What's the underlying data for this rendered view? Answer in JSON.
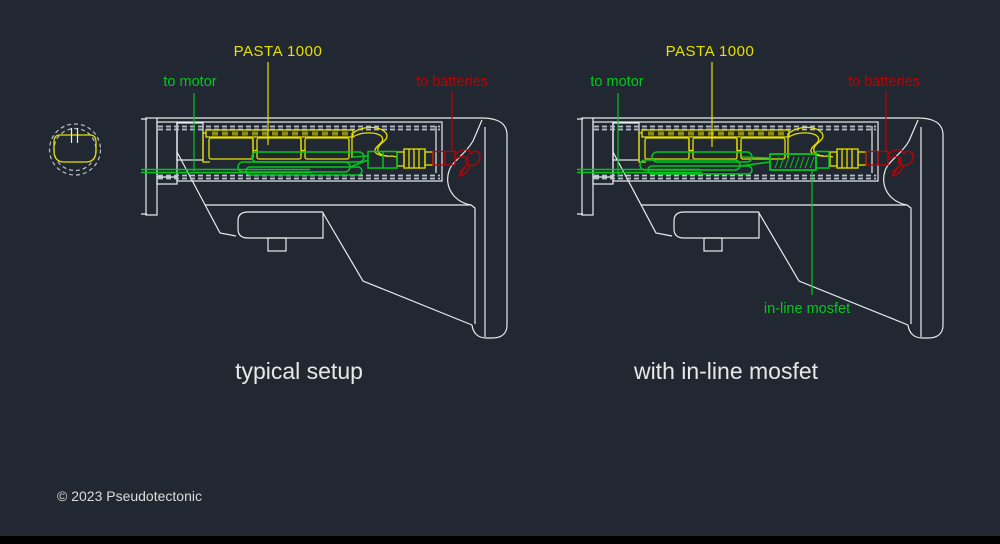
{
  "colors": {
    "background": "#222831",
    "bottom_bar": "#000000",
    "outline_white": "#E9EDF0",
    "dash_gray": "#B9C0C8",
    "yellow": "#E5E000",
    "green": "#00C81E",
    "red": "#C00000",
    "caption_text": "#E8E8E8",
    "copyright_text": "#DCDCDC"
  },
  "diagram_left": {
    "caption": "typical setup",
    "labels": {
      "battery": "PASTA 1000",
      "motor": "to motor",
      "batteries": "to batteries"
    }
  },
  "diagram_right": {
    "caption": "with in-line mosfet",
    "labels": {
      "battery": "PASTA 1000",
      "motor": "to motor",
      "batteries": "to batteries",
      "mosfet": "in-line mosfet"
    }
  },
  "footer": {
    "copyright": "© 2023 Pseudotectonic"
  }
}
